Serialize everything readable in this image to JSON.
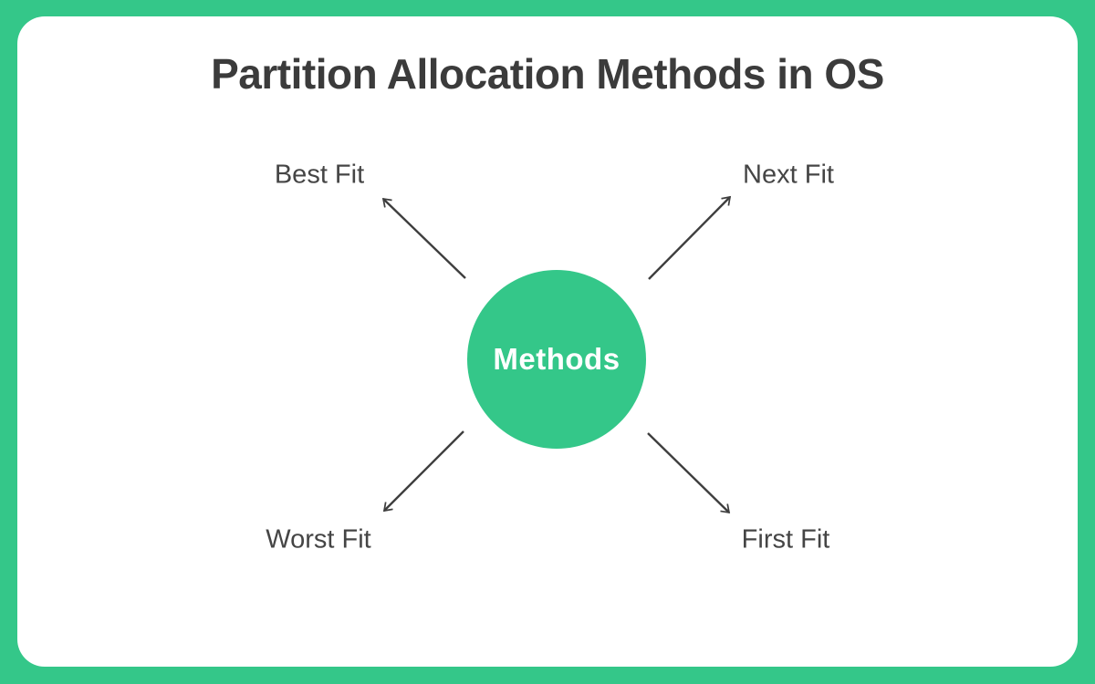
{
  "page": {
    "title": "Partition Allocation Methods in OS"
  },
  "diagram": {
    "center": {
      "label": "Methods"
    },
    "branches": [
      {
        "id": "best-fit",
        "label": "Best Fit",
        "position": "top-left"
      },
      {
        "id": "next-fit",
        "label": "Next Fit",
        "position": "top-right"
      },
      {
        "id": "worst-fit",
        "label": "Worst Fit",
        "position": "bottom-left"
      },
      {
        "id": "first-fit",
        "label": "First Fit",
        "position": "bottom-right"
      }
    ],
    "connections": [
      {
        "from": "Methods",
        "to": "Best Fit",
        "direction": "up-left"
      },
      {
        "from": "Methods",
        "to": "Next Fit",
        "direction": "up-right"
      },
      {
        "from": "Methods",
        "to": "Worst Fit",
        "direction": "down-left"
      },
      {
        "from": "Methods",
        "to": "First Fit",
        "direction": "down-right"
      }
    ]
  },
  "colors": {
    "accent_green": "#34C789",
    "card_background": "#FFFFFF",
    "title_text": "#3B3B3B",
    "label_text": "#454545",
    "arrow": "#3E3E3E",
    "center_label_text": "#FFFFFF"
  }
}
